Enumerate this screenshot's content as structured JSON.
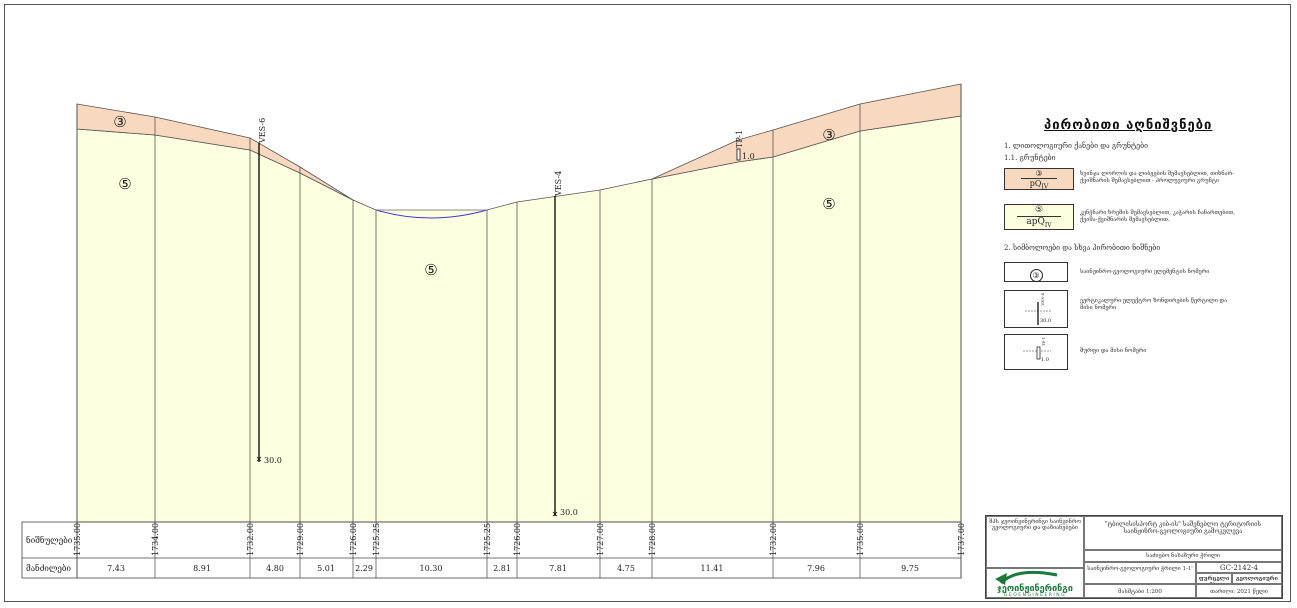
{
  "profile": {
    "top_labels": [
      "1735.00",
      "1734.00",
      "1732.00",
      "1729.00",
      "1726.00",
      "1725.25",
      "1725.25",
      "1726.00",
      "1727.00",
      "1728.00",
      "1732.00",
      "1735.00",
      "1737.00"
    ],
    "distances": [
      "7.43",
      "8.91",
      "4.80",
      "5.01",
      "2.29",
      "10.30",
      "2.81",
      "7.81",
      "4.75",
      "11.41",
      "7.96",
      "9.75"
    ],
    "row_label_elev": "ნიშნულები",
    "row_label_dist": "მანძილები",
    "layer_labels": [
      "③",
      "⑤",
      "⑤",
      "⑤",
      "③",
      "⑤"
    ],
    "wells": [
      {
        "name": "VES-6",
        "depth": "30.0"
      },
      {
        "name": "VES-4",
        "depth": "30.0"
      },
      {
        "name": "TP-1",
        "depth": "1.0"
      }
    ]
  },
  "legend": {
    "title": "პირობითი აღნიშვნები",
    "sec1": "1. ლითოლოგიური ქანები და გრუნტები",
    "sec1_1": "1.1. გრუნტები",
    "item1_num": "③",
    "item1_code": "pQ",
    "item1_sub": "IV",
    "item1_text": "ხვინჯა ლორღის და ლიბეების შემავსებლით, თიხნარ-ქვიშნარის შემავსებლით - პროლუვიური გრუნტი",
    "item2_num": "⑤",
    "item2_code": "apQ",
    "item2_sub": "IV",
    "item2_text": "კენჭნარი ხრეშის შემავსებლით, კაჭარის ჩანართებით, ქვიშა-ქვიშნარის შემავსებლით.",
    "sec2": "2. სიმბოლოები და სხვა პირობითი ნიშნები",
    "sym1_num": "③",
    "sym1_text": "საინჟინრო-გეოლოგიური ელემენტის ნომერი",
    "sym2_well": "VES-4",
    "sym2_depth": "30.0",
    "sym2_text": "ვერტიკალური ელექტრო ზონდირების წერტილი და მისი ნომერი",
    "sym3_well": "TP-1",
    "sym3_depth": "1.0",
    "sym3_text": "შურფი და მისი ნომერი"
  },
  "title_block": {
    "org": "შპს ჯეოინჟინერინგი საინჟინრო გეოლოგიური და დაზიანებები",
    "project": "\"ტბილისისპორტ კიბ-ის\" საშენებლო ტერიტორიის საინჟინრო-გეოლოგიური გამოკვლევა",
    "sheet_title": "საძიებო ნახაზური ჭრილი",
    "drawing_name": "საინჟინრო-გეოლოგიური ჭრილი 1-1'",
    "code": "GC-2142-4",
    "sheet_label": "ფურცელი №:",
    "sheet_value": "გეოლოგიური",
    "scale": "მასშტაბი 1:200",
    "date": "თარიღი: 2021 წელი",
    "logo_text": "ჯეოინჟინერინგი",
    "logo_sub": "GEOENGINEERING"
  },
  "colors": {
    "layer3": "#f8d8bf",
    "layer5": "#fdfde0",
    "water": "#3a3adf"
  }
}
